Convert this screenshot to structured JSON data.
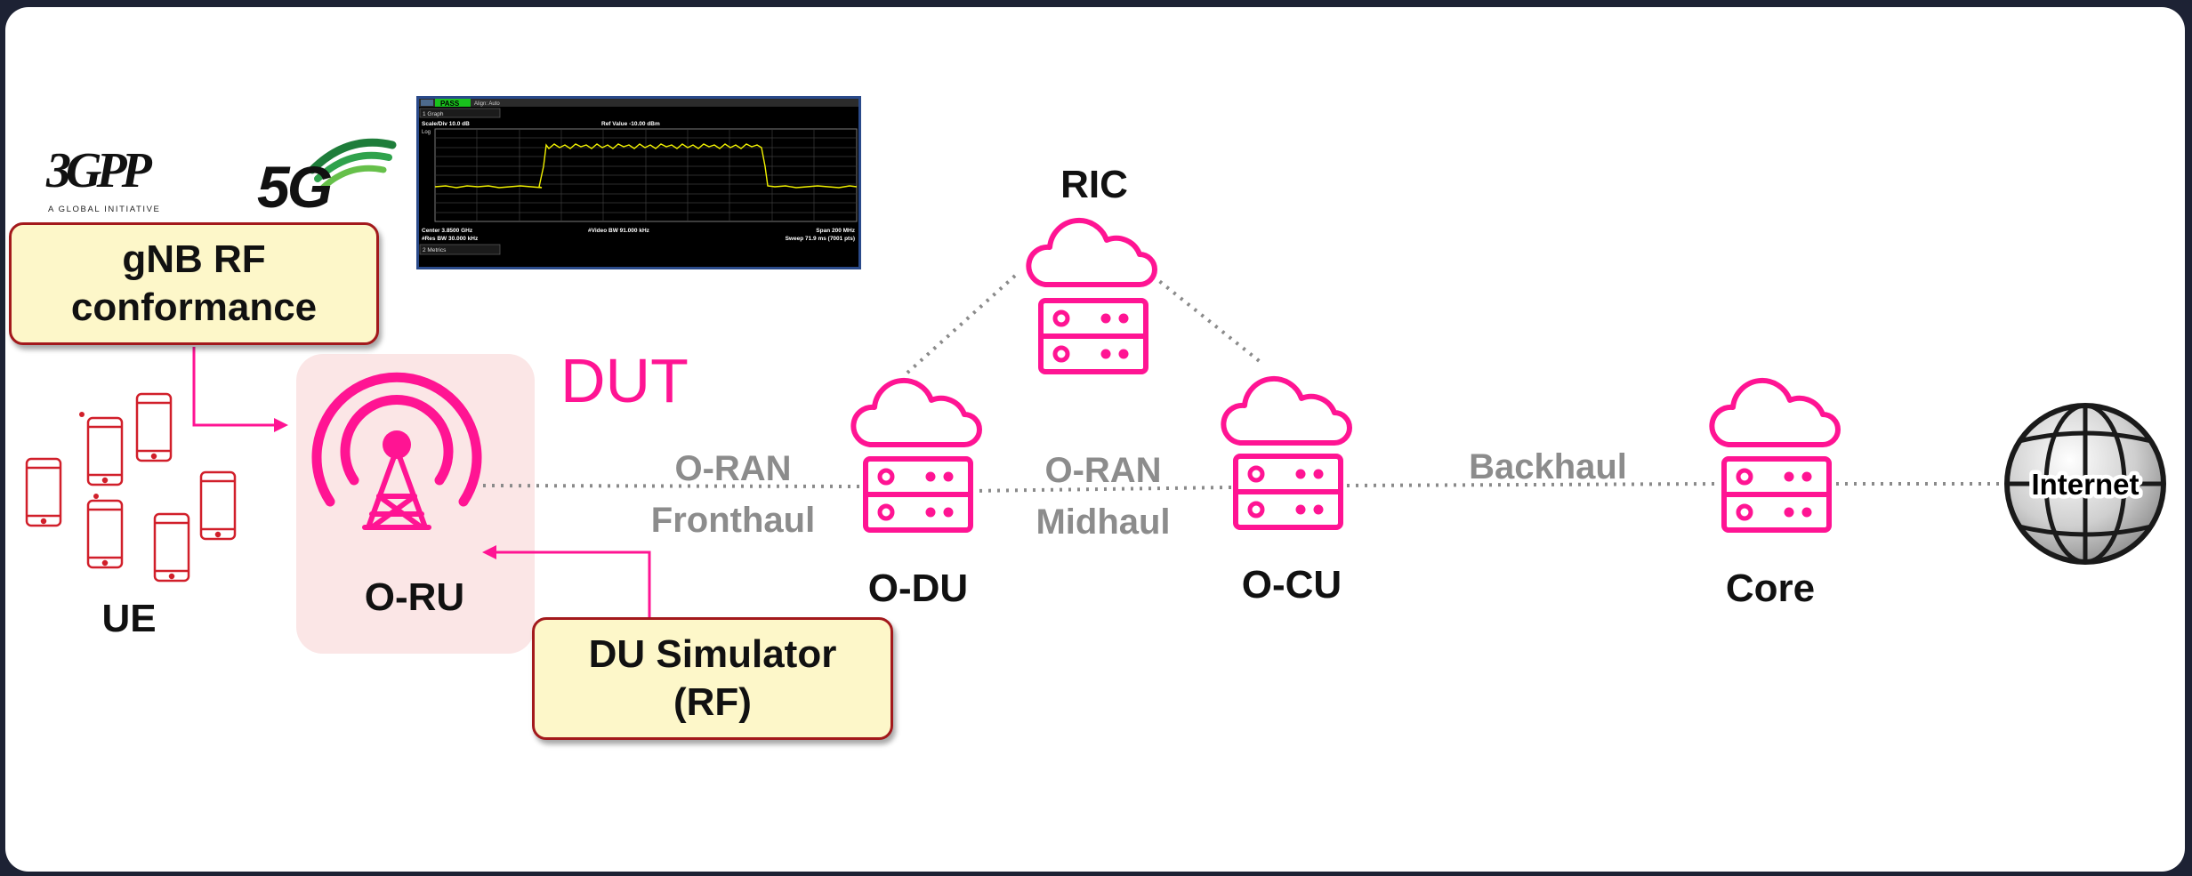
{
  "labels": {
    "dut": "DUT",
    "ru": "O-RU",
    "ue": "UE",
    "du": "O-DU",
    "cu": "O-CU",
    "ric": "RIC",
    "core": "Core",
    "internet": "Internet",
    "fronthaul_1": "O-RAN",
    "fronthaul_2": "Fronthaul",
    "midhaul_1": "O-RAN",
    "midhaul_2": "Midhaul",
    "backhaul": "Backhaul"
  },
  "callouts": {
    "gnb": "gNB RF\nconformance",
    "du_sim": "DU Simulator\n(RF)"
  },
  "logos": {
    "gpp_text": "3GPP",
    "gpp_tagline": "A GLOBAL INITIATIVE",
    "fiveg_text": "5G"
  },
  "analyzer": {
    "pass": "PASS",
    "align": "Align: Auto",
    "graph": "1 Graph",
    "scale": "Scale/Div 10.0 dB",
    "ref": "Ref Value -10.00 dBm",
    "log": "Log",
    "center": "Center 3.8500 GHz",
    "vbw": "#Video BW 91.000 kHz",
    "span": "Span 200 MHz",
    "rbw": "#Res BW 30.000 kHz",
    "sweep": "Sweep 71.9 ms (7001 pts)",
    "metrics": "2 Metrics"
  },
  "colors": {
    "accent": "#ff1493",
    "ru_bg": "#fbe6e6",
    "ue_red": "#d11f2a",
    "link_label": "#8c8c8c",
    "callout_fill": "#fdf7c9",
    "callout_border": "#a3191c",
    "trace": "#f2f200",
    "frame": "#1d2234"
  }
}
